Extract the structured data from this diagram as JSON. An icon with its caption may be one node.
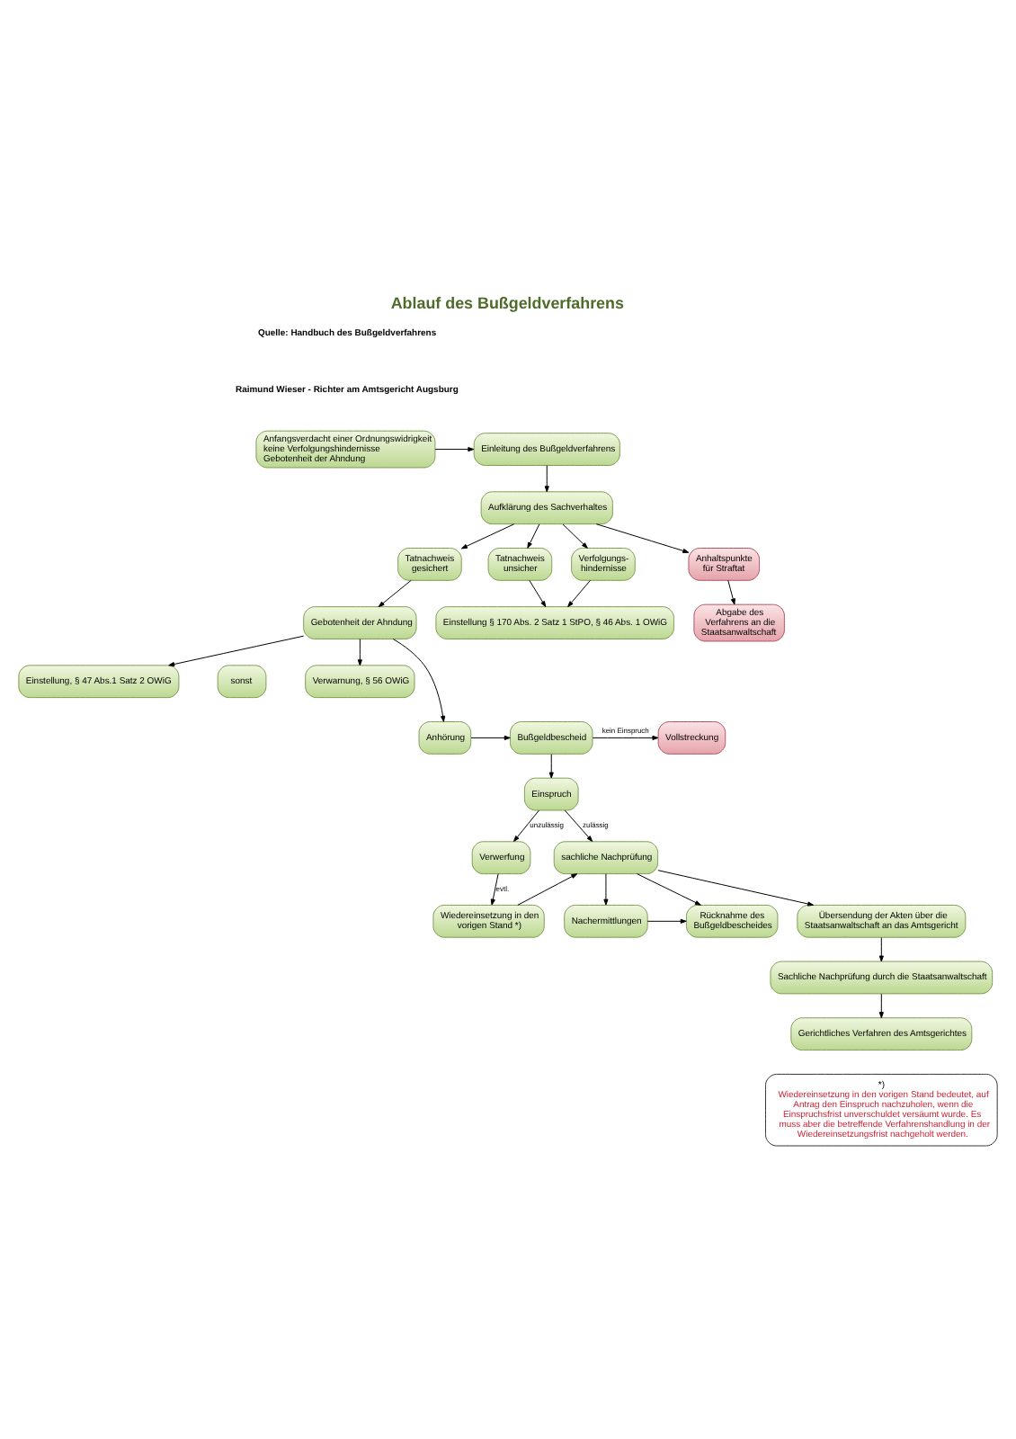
{
  "diagram": {
    "title": "Ablauf des Bußgeldverfahrens",
    "nodes": [
      {
        "text": [
          "Anfangsverdacht einer Ordnungswidrigkeit",
          "keine Verfolgungshindernisse",
          "Gebotenheit der Ahndung"
        ]
      },
      {
        "text": [
          "Einleitung des Bußgeldverfahrens"
        ]
      },
      {
        "text": [
          "Aufklärung des Sachverhaltes"
        ]
      },
      {
        "text": [
          "Tatnachweis gesichert"
        ]
      },
      {
        "text": [
          "Tatnachweis unsicher"
        ]
      },
      {
        "text": [
          "Verfolgungs- hindernisse"
        ]
      },
      {
        "text": [
          "Anhaltspunkte für Straftat"
        ]
      },
      {
        "text": [
          "Einstellung § 170 Abs. 2 Satz 1 StPO, § 46 Abs. 1 OWiG"
        ]
      },
      {
        "text": [
          "Gebotenheit der Ahndung"
        ]
      },
      {
        "text": [
          "Einstellung, § 47 Abs.1 Satz 2 OWiG"
        ]
      },
      {
        "text": [
          "sonst"
        ]
      },
      {
        "text": [
          "Verwarnung, § 56 OWiG"
        ]
      },
      {
        "text": [
          "Abgabe des Verfahrens an die Staatsanwaltschaft"
        ]
      },
      {
        "text": [
          "Anhörung"
        ]
      },
      {
        "text": [
          "Bußgeldbescheid"
        ]
      },
      {
        "text": [
          "Vollstreckung"
        ]
      },
      {
        "text": [
          "Einspruch"
        ]
      },
      {
        "text": [
          "Verwerfung"
        ]
      },
      {
        "text": [
          "sachliche Nachprüfung"
        ]
      },
      {
        "text": [
          "Wiedereinsetzung in den vorigen Stand *)"
        ]
      },
      {
        "text": [
          "Nachermittlungen"
        ]
      },
      {
        "text": [
          "Rücknahme des Bußgeldbescheides"
        ]
      },
      {
        "text": [
          "Übersendung der Akten über die Staatsanwaltschaft an das Amtsgericht"
        ]
      },
      {
        "text": [
          "Sachliche Nachprüfung durch die Staatsanwaltschaft"
        ]
      },
      {
        "text": [
          "Gerichtliches Verfahren des Amtsgerichtes"
        ]
      },
      {
        "text": [
          "*)",
          "Wiedereinsetzung in den vorigen Stand bedeutet, auf Antrag den Einspruch nachzuholen, wenn die Einspruchsfrist unverschuldet versäumt wurde. Es muss aber die betreffende Verfahrenshandlung in der Wiedereinsetzungsfrist nachgeholt werden."
        ]
      }
    ],
    "edges": [
      {
        "from": 0,
        "to": 1,
        "arrow": "to"
      },
      {
        "from": 1,
        "to": 2,
        "arrow": "to"
      },
      {
        "from": 2,
        "to": 3,
        "arrow": "to"
      },
      {
        "from": 2,
        "to": 4,
        "arrow": "to"
      },
      {
        "from": 2,
        "to": 5,
        "arrow": "to"
      },
      {
        "from": 2,
        "to": 6,
        "arrow": "to"
      },
      {
        "from": 4,
        "to": 7,
        "arrow": "to"
      },
      {
        "from": 5,
        "to": 7,
        "arrow": "to"
      },
      {
        "from": 3,
        "to": 8,
        "arrow": "to"
      },
      {
        "from": 6,
        "to": 12,
        "arrow": "to"
      },
      {
        "from": 8,
        "to": 9,
        "arrow": "to"
      },
      {
        "from": 8,
        "to": 11,
        "arrow": "to"
      },
      {
        "from": 8,
        "to": 13,
        "arrow": "to"
      },
      {
        "from": 13,
        "to": 14,
        "arrow": "to"
      },
      {
        "from": 14,
        "to": 15,
        "arrow": "to",
        "label": "kein Einspruch"
      },
      {
        "from": 14,
        "to": 16,
        "arrow": "to"
      },
      {
        "from": 16,
        "to": 17,
        "arrow": "to",
        "label": "unzulässig"
      },
      {
        "from": 16,
        "to": 18,
        "arrow": "to",
        "label": "zulässig"
      },
      {
        "from": 17,
        "to": 19,
        "arrow": "to",
        "label": "evtl."
      },
      {
        "from": 19,
        "to": 18,
        "arrow": "to"
      },
      {
        "from": 18,
        "to": 20,
        "arrow": "to"
      },
      {
        "from": 18,
        "to": 21,
        "arrow": "to"
      },
      {
        "from": 18,
        "to": 22,
        "arrow": "to"
      },
      {
        "from": 20,
        "to": 21,
        "arrow": "to"
      },
      {
        "from": 22,
        "to": 23,
        "arrow": "to"
      },
      {
        "from": 23,
        "to": 24,
        "arrow": "to"
      }
    ],
    "labels": [
      "Quelle: Handbuch des Bußgeldverfahrens",
      "Raimund Wieser - Richter am Amtsgericht Augsburg"
    ]
  }
}
